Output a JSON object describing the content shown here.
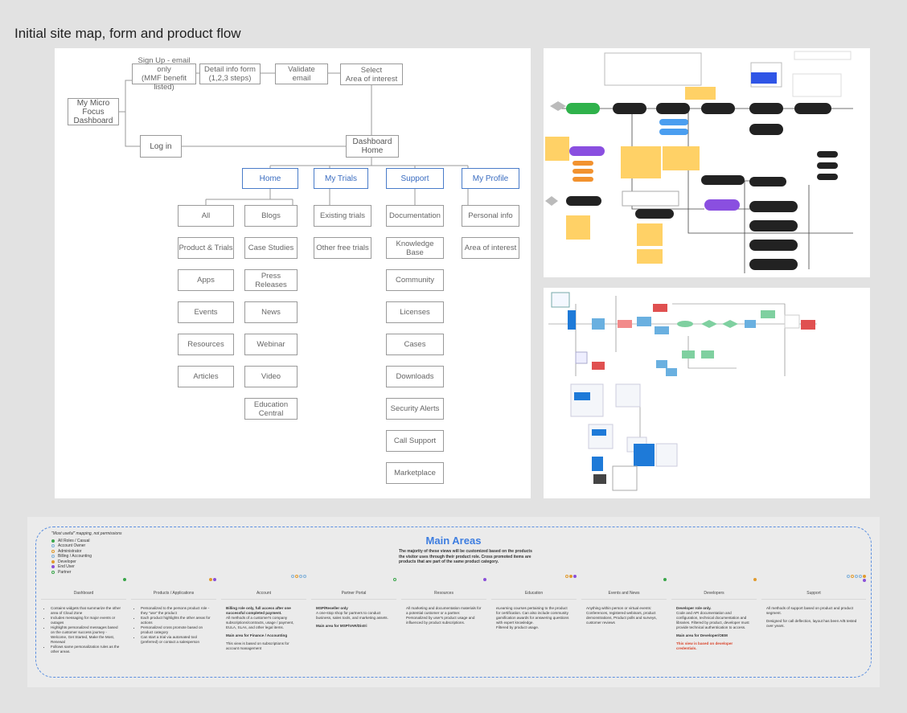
{
  "page_title": "Initial site map, form and product flow",
  "sitemap": {
    "dashboard": "My Micro Focus\nDashboard",
    "flow": [
      "Sign Up - email only\n(MMF benefit listed)",
      "Detail info form\n(1,2,3 steps)",
      "Validate\nemail",
      "Select\nArea of interest"
    ],
    "login": "Log in",
    "dashboard_home": "Dashboard Home",
    "nav": [
      "Home",
      "My Trials",
      "Support",
      "My Profile"
    ],
    "home_col_a": [
      "All",
      "Product & Trials",
      "Apps",
      "Events",
      "Resources",
      "Articles"
    ],
    "home_col_b": [
      "Blogs",
      "Case Studies",
      "Press Releases",
      "News",
      "Webinar",
      "Video",
      "Education Central"
    ],
    "trials": [
      "Existing trials",
      "Other free trials"
    ],
    "support": [
      "Documentation",
      "Knowledge Base",
      "Community",
      "Licenses",
      "Cases",
      "Downloads",
      "Security Alerts",
      "Call Support",
      "Marketplace"
    ],
    "profile": [
      "Personal info",
      "Area of interest"
    ]
  },
  "main_areas": {
    "title": "Main Areas",
    "description": "The majority of these views will be customized based on the products the visitor uses through their product role. Cross promoted items are products that are part of the same product category.",
    "legend_title": "\"Most useful\" mapping, not permissions",
    "legend": [
      {
        "label": "All Roles / Casual",
        "color": "#3aa64a",
        "filled": true
      },
      {
        "label": "Account Owner",
        "color": "#7fb0d8",
        "filled": false
      },
      {
        "label": "Administrator",
        "color": "#e09a2e",
        "filled": false
      },
      {
        "label": "Billing / Accounting",
        "color": "#7fb0d8",
        "filled": false
      },
      {
        "label": "Developer",
        "color": "#e09a2e",
        "filled": true
      },
      {
        "label": "End User",
        "color": "#8a4fd8",
        "filled": true
      },
      {
        "label": "Partner",
        "color": "#3aa64a",
        "filled": false
      }
    ],
    "columns": [
      {
        "name": "Dashboard",
        "bullets": [
          "Contains widgets that summarize the other area of Cloud Zone",
          "Includes messaging for major events or outages",
          "Highlights personalized messages based on the customer success journey - Welcome, Get Started, Make the Most, Renewal",
          "Follows same personalization rules as the other areas."
        ]
      },
      {
        "name": "Products / Applications",
        "bullets": [
          "Personalized to the persons product role - they \"use\" the product",
          "Each product highlights the other areas for actions",
          "Personalized cross promote based on product category",
          "Can start a trial via automated tool (preferred) or contact a salesperson"
        ]
      },
      {
        "name": "Account",
        "bold1": "Billing role only, full access after one successful completed payment.",
        "text1": "All methods of a customer's company subscriptions/contracts, usage / payment, EULA, SLAs, and other legal items.",
        "bold2": "Main area for Finance / Accounting",
        "text2": "This view is based on subscriptions for account management"
      },
      {
        "name": "Partner Portal",
        "bold1": "MSP/Reseller only",
        "text1": "A one-stop shop for partners to conduct business, sales tools, and marketing assets.",
        "bold2": "Main area for MSP/VAR/Distri"
      },
      {
        "name": "Resources",
        "text1": "All marketing and documentation materials for a potential customer or a partner. Personalized by user's product usage and influenced by product subscriptions."
      },
      {
        "name": "Education",
        "text1": "eLearning courses pertaining to the product for certification. Can also include community gamification awards for answering questions with expert knowledge.",
        "text2": "Filtered by product usage."
      },
      {
        "name": "Events and News",
        "text1": "Anything within person or virtual events: Conferences, registered webinars, product demonstrations, Product polls and surveys, customer reviews"
      },
      {
        "name": "Developers",
        "bold1": "Developer role only.",
        "text1": "Code and API documentation and configuration, technical documentation and libraries. Filtered by product, developer must provide technical authentication to access.",
        "bold2": "Main area for Developer/OEM",
        "red": "This view is based on developer credentials."
      },
      {
        "name": "Support",
        "text1": "All methods of support based on product and product segment.",
        "text2": "Designed for call deflection, layout has been A/B tested over years."
      }
    ]
  }
}
